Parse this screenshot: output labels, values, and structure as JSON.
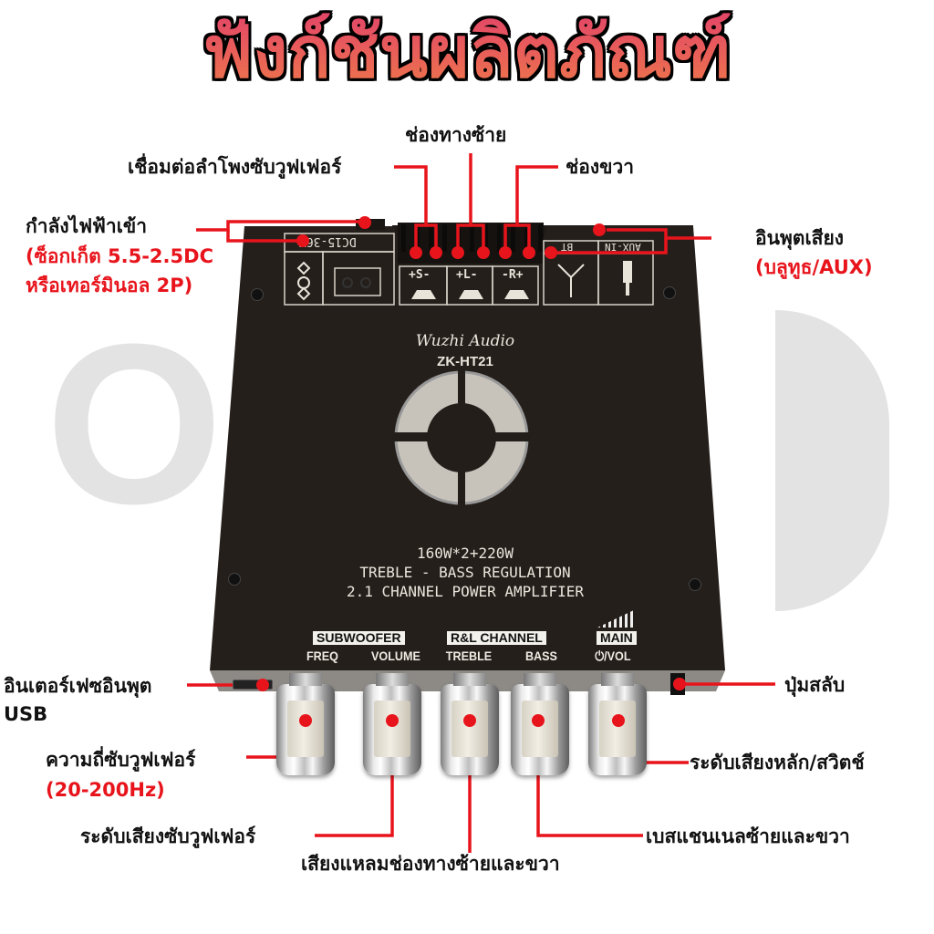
{
  "title": "ฟังก์ชันผลิตภัณฑ์",
  "watermark": {
    "letters": [
      "O",
      "D"
    ]
  },
  "annotations": {
    "power_input": {
      "label": "กำลังไฟฟ้าเข้า",
      "detail_line1": "(ซ็อกเก็ต 5.5-2.5DC",
      "detail_line2": "หรือเทอร์มินอล 2P)"
    },
    "subwoofer_speaker": {
      "label": "เชื่อมต่อลำโพงซับวูฟเฟอร์"
    },
    "left_channel": {
      "label": "ช่องทางซ้าย"
    },
    "right_channel": {
      "label": "ช่องขวา"
    },
    "audio_input": {
      "label": "อินพุตเสียง",
      "detail": "(บลูทูธ/AUX)"
    },
    "usb_input": {
      "label_line1": "อินเตอร์เฟซอินพุต",
      "label_line2": "USB"
    },
    "toggle_button": {
      "label": "ปุ่มสลับ"
    },
    "sub_frequency": {
      "label": "ความถี่ซับวูฟเฟอร์",
      "detail": "(20-200Hz)"
    },
    "main_volume": {
      "label": "ระดับเสียงหลัก/สวิตช์"
    },
    "sub_volume": {
      "label": "ระดับเสียงซับวูฟเฟอร์"
    },
    "treble": {
      "label": "เสียงแหลมช่องทางซ้ายและขวา"
    },
    "bass": {
      "label": "เบสแชนเนลซ้ายและขวา"
    }
  },
  "device": {
    "brand": "Wuzhi Audio",
    "model": "ZK-HT21",
    "power_rating": "160W*2+220W",
    "line2": "TREBLE - BASS REGULATION",
    "line3": "2.1 CHANNEL POWER AMPLIFIER",
    "dc_label": "DC15-36V",
    "bt_label": "BT",
    "aux_label": "AUX-IN",
    "speaker_terms": [
      "+S-",
      "+L-",
      "-R+"
    ],
    "groups": {
      "subwoofer": "SUBWOOFER",
      "rl_channel": "R&L CHANNEL",
      "main": "MAIN"
    },
    "knobs": [
      {
        "label": "FREQ"
      },
      {
        "label": "VOLUME"
      },
      {
        "label": "TREBLE"
      },
      {
        "label": "BASS"
      },
      {
        "label": "⏻/VOL"
      }
    ]
  },
  "colors": {
    "annotation": "#e8141c",
    "panel": "#241f1b",
    "title_top": "#e2436a",
    "title_bottom": "#ef7a48"
  }
}
